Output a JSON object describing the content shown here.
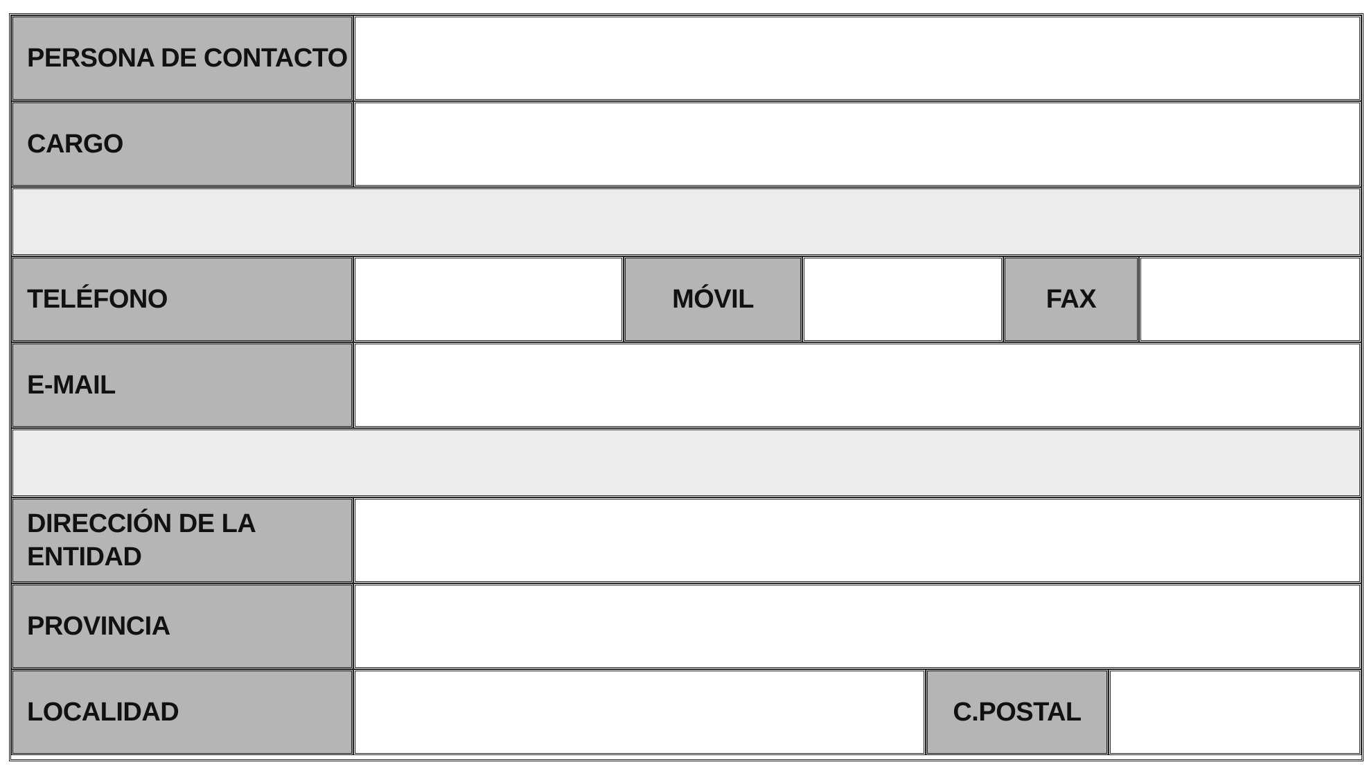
{
  "form": {
    "persona_label": "PERSONA DE CONTACTO",
    "persona_value": "",
    "cargo_label": "CARGO",
    "cargo_value": "",
    "telefono_label": "TELÉFONO",
    "telefono_value": "",
    "movil_label": "MÓVIL",
    "movil_value": "",
    "fax_label": "FAX",
    "fax_value": "",
    "email_label": "E-MAIL",
    "email_value": "",
    "direccion_label": "DIRECCIÓN DE LA ENTIDAD",
    "direccion_value": "",
    "provincia_label": "PROVINCIA",
    "provincia_value": "",
    "localidad_label": "LOCALIDAD",
    "localidad_value": "",
    "cpostal_label": "C.POSTAL",
    "cpostal_value": ""
  },
  "colors": {
    "label_bg": "#b5b5b5",
    "spacer_bg": "#ececec",
    "field_bg": "#ffffff",
    "border": "#222222"
  }
}
